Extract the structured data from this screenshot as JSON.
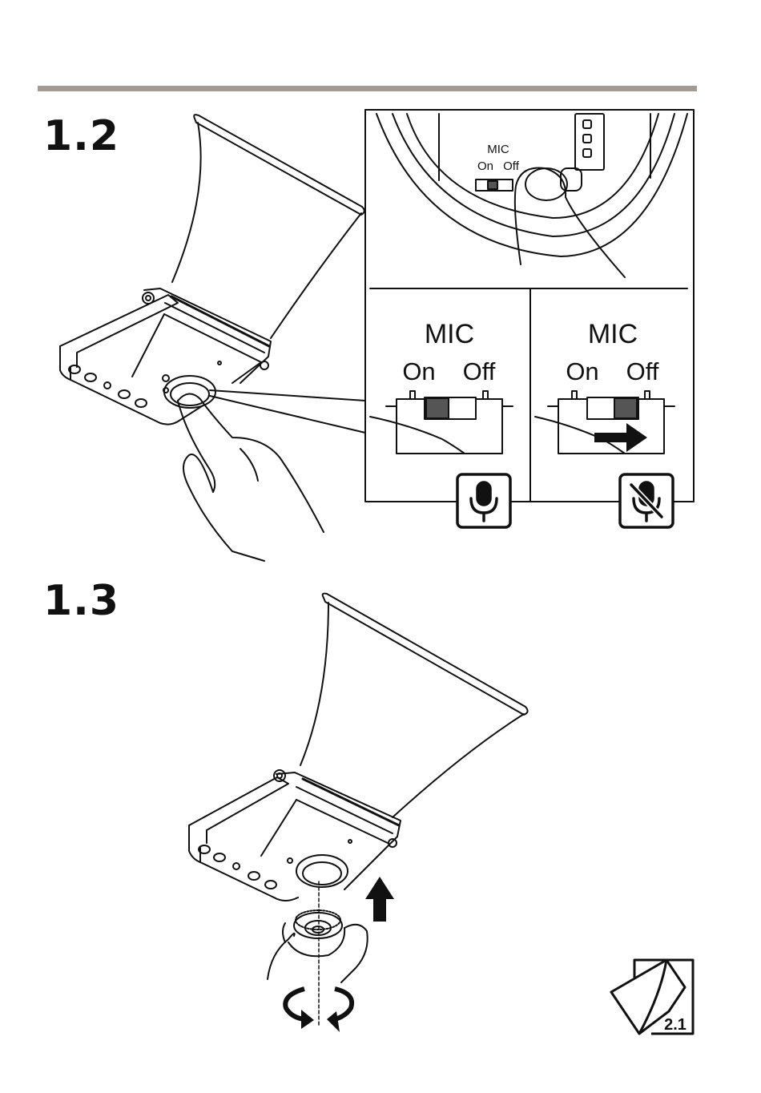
{
  "steps": [
    {
      "number": "1.2"
    },
    {
      "number": "1.3"
    }
  ],
  "detail": {
    "mic_label": "MIC",
    "on_label": "On",
    "off_label": "Off"
  },
  "panels": {
    "left": {
      "mic_label": "MIC",
      "on_label": "On",
      "off_label": "Off",
      "icon": "microphone-icon"
    },
    "right": {
      "mic_label": "MIC",
      "on_label": "On",
      "off_label": "Off",
      "icon": "microphone-off-icon"
    }
  },
  "page_ref": {
    "label": "2.1",
    "icon": "page-turn-icon"
  },
  "colors": {
    "rule": "#a49a91",
    "switch_dark": "#555555"
  }
}
